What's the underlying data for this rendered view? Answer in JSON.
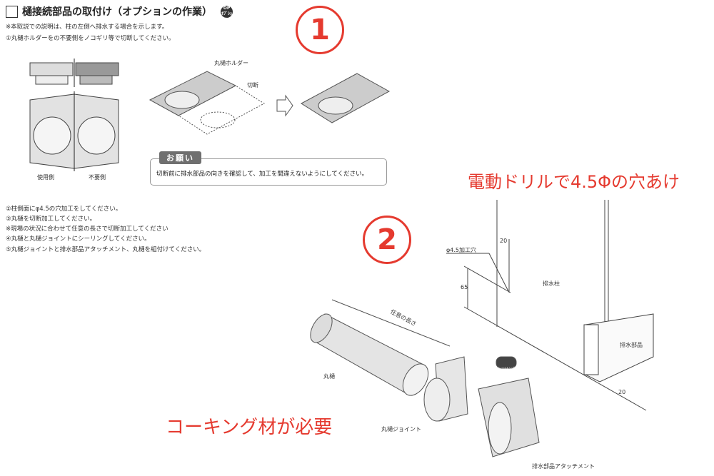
{
  "header": {
    "title": "樋接続部品の取付け（オプションの作業）",
    "option_badge": "OP オプション"
  },
  "notes_top": [
    "※本取説での説明は、柱の左側へ排水する場合を示します。",
    "①丸樋ホルダーをの不要側をノコギリ等で切断してください。"
  ],
  "step1": {
    "marker": "1",
    "used_side": "使用側",
    "unused_side": "不要側",
    "holder_label": "丸樋ホルダー",
    "cut_label": "切断",
    "request_tag": "お願い",
    "request_text": "切断前に排水部品の向きを確認して、加工を間違えないようにしてください。"
  },
  "notes_steps": [
    "②柱側面にφ4.5の穴加工をしてください。",
    "③丸樋を切断加工してください。",
    "※現場の状況に合わせて任意の長さで切断加工してください",
    "④丸樋と丸樋ジョイントにシーリングしてください。",
    "⑤丸樋ジョイントと排水部品アタッチメント、丸樋を組付けてください。"
  ],
  "step2": {
    "marker": "2",
    "hole_label": "φ4.5加工穴",
    "dim_20_top": "20",
    "dim_65": "65",
    "dim_20_bottom": "20",
    "pillar_label": "排水柱",
    "drain_part_label": "排水部品",
    "pipe_length_label": "任意の長さ",
    "pipe_label": "丸樋",
    "joint_label": "丸樋ジョイント",
    "sealing_label": "シーリング",
    "attachment_label": "排水部品アタッチメント"
  },
  "annotations": {
    "drill": "電動ドリルで4.5Φの穴あけ",
    "caulk": "コーキング材が必要"
  },
  "colors": {
    "accent_red": "#e53a2f",
    "part_gray": "#d9d9d9"
  }
}
